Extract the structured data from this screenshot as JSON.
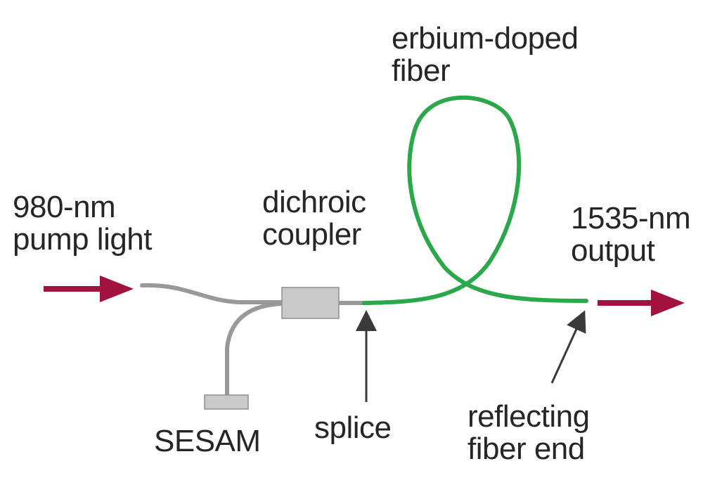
{
  "labels": {
    "pump": [
      "980-nm",
      "pump light"
    ],
    "coupler": [
      "dichroic",
      "coupler"
    ],
    "edf": [
      "erbium-doped",
      "fiber"
    ],
    "output": [
      "1535-nm",
      "output"
    ],
    "sesam": "SESAM",
    "splice": "splice",
    "reflecting_end": [
      "reflecting",
      "fiber end"
    ]
  },
  "colors": {
    "arrow": "#a3113e",
    "gray_fiber": "#999999",
    "green_fiber": "#2aa84a",
    "component_fill": "#c9c9c9",
    "component_stroke": "#8f8f8f",
    "pointer": "#3a3a3a",
    "text": "#262626"
  }
}
